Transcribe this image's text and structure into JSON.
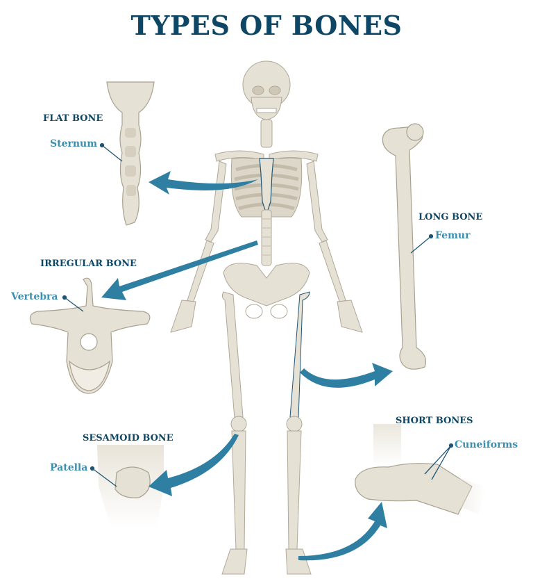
{
  "title": "TYPES OF BONES",
  "colors": {
    "title": "#0e4766",
    "category": "#0e4766",
    "label": "#3d8fb0",
    "arrow": "#2f7fa3",
    "bone_fill": "#e6e1d5",
    "bone_shade": "#cfc8b8",
    "bone_outline": "#a9a190",
    "leader_line": "#1f5574"
  },
  "sections": [
    {
      "category": "FLAT BONE",
      "example": "Sternum"
    },
    {
      "category": "IRREGULAR BONE",
      "example": "Vertebra"
    },
    {
      "category": "LONG BONE",
      "example": "Femur"
    },
    {
      "category": "SESAMOID BONE",
      "example": "Patella"
    },
    {
      "category": "SHORT BONES",
      "example": "Cuneiforms"
    }
  ]
}
